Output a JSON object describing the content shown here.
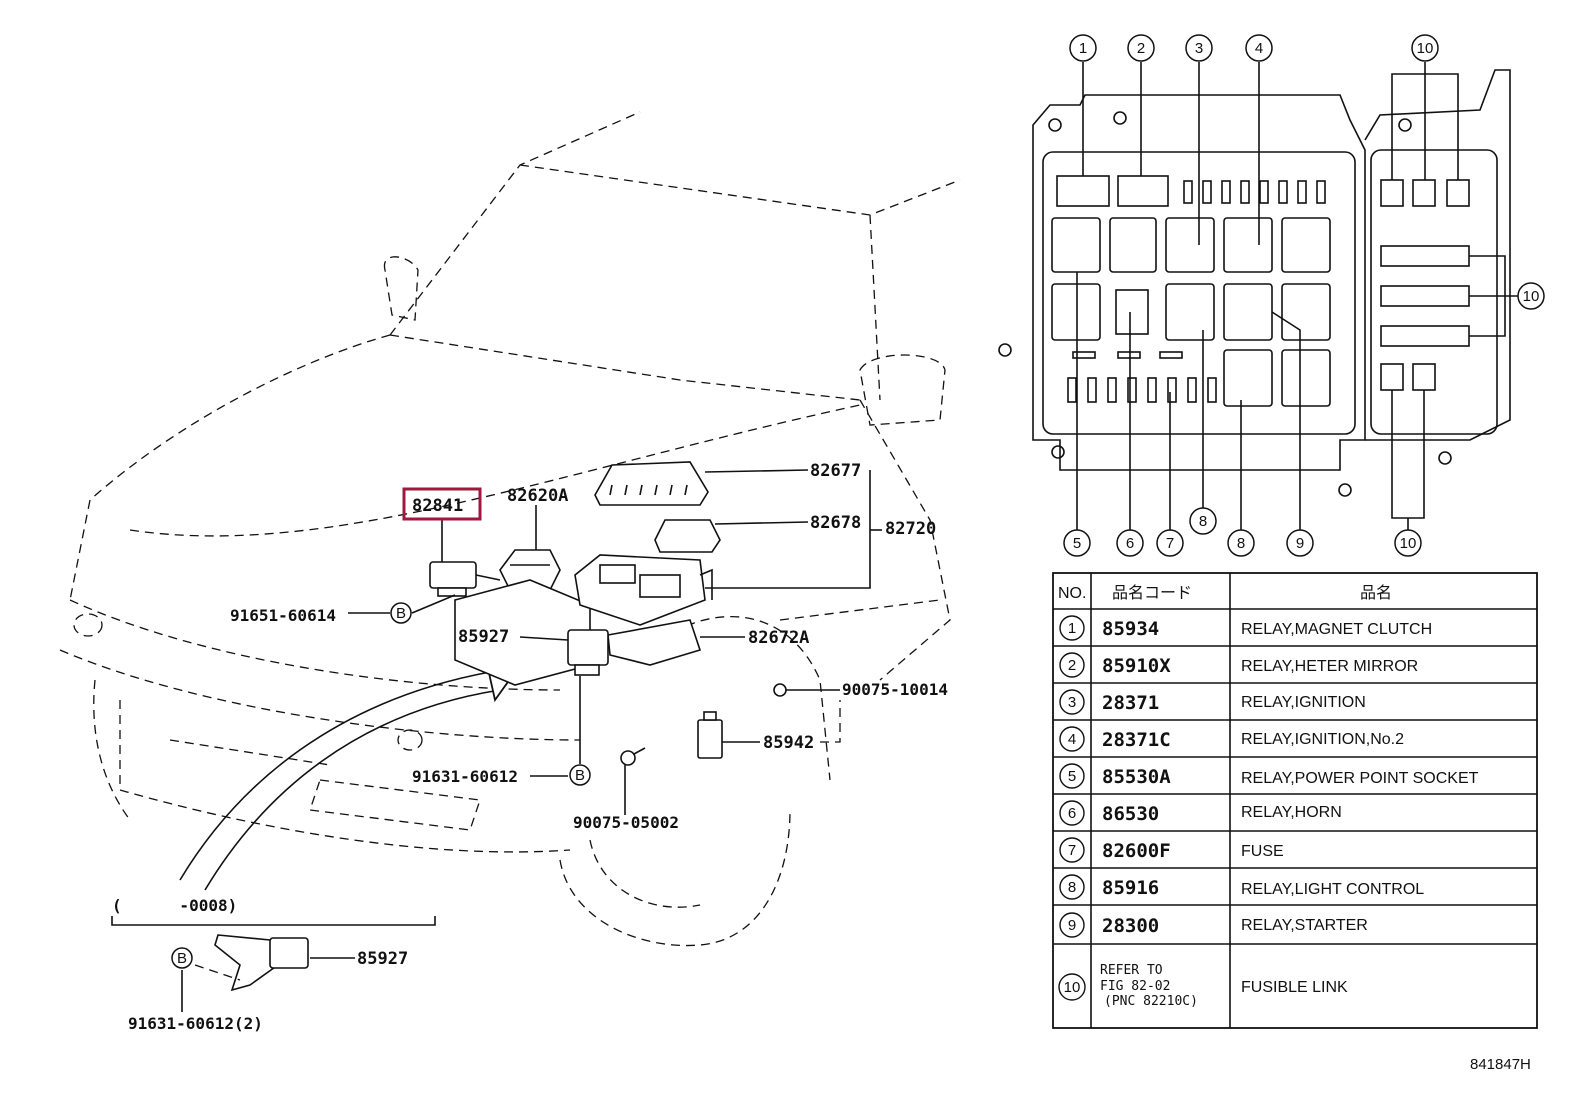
{
  "diagram": {
    "highlighted_part": "82841",
    "part_labels": {
      "p82620A": "82620A",
      "p82677": "82677",
      "p82678": "82678",
      "p82720": "82720",
      "p85927_main": "85927",
      "p82672A": "82672A",
      "p91651": "91651-60614",
      "p90075_10014": "90075-10014",
      "p85942": "85942",
      "p91631_60612": "91631-60612",
      "p90075_05002": "90075-05002",
      "inset_range": "(      -0008)",
      "p85927_inset": "85927",
      "p91631_60612_2": "91631-60612(2)"
    },
    "bolt_marker": "B",
    "callouts": {
      "c1": "1",
      "c2": "2",
      "c3": "3",
      "c4": "4",
      "c10a": "10",
      "c10b": "10",
      "c5": "5",
      "c6": "6",
      "c7": "7",
      "c8": "8",
      "c9": "9",
      "c10c": "10"
    },
    "figure_code": "841847H"
  },
  "table": {
    "headers": {
      "no": "NO.",
      "code": "品名コード",
      "name": "品名"
    },
    "rows": [
      {
        "no": "1",
        "code": "85934",
        "name": "RELAY,MAGNET CLUTCH"
      },
      {
        "no": "2",
        "code": "85910X",
        "name": "RELAY,HETER MIRROR"
      },
      {
        "no": "3",
        "code": "28371",
        "name": "RELAY,IGNITION"
      },
      {
        "no": "4",
        "code": "28371C",
        "name": "RELAY,IGNITION,No.2"
      },
      {
        "no": "5",
        "code": "85530A",
        "name": "RELAY,POWER POINT SOCKET"
      },
      {
        "no": "6",
        "code": "86530",
        "name": "RELAY,HORN"
      },
      {
        "no": "7",
        "code": "82600F",
        "name": "FUSE"
      },
      {
        "no": "8",
        "code": "85916",
        "name": "RELAY,LIGHT CONTROL"
      },
      {
        "no": "9",
        "code": "28300",
        "name": "RELAY,STARTER"
      }
    ],
    "row10": {
      "no": "10",
      "ref_line1": "REFER TO",
      "ref_line2": "FIG 82-02",
      "ref_line3": "(PNC 82210C)",
      "name": "FUSIBLE LINK"
    }
  }
}
